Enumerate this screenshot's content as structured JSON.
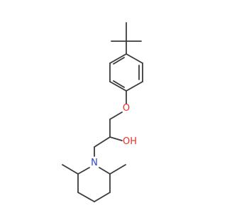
{
  "molecule": {
    "atoms": {
      "oxygen_ether": "O",
      "hydroxyl": "OH",
      "nitrogen": "N"
    },
    "colors": {
      "bond": "#3a3a3a",
      "oxygen": "#e8302a",
      "nitrogen": "#2a44d6"
    }
  }
}
